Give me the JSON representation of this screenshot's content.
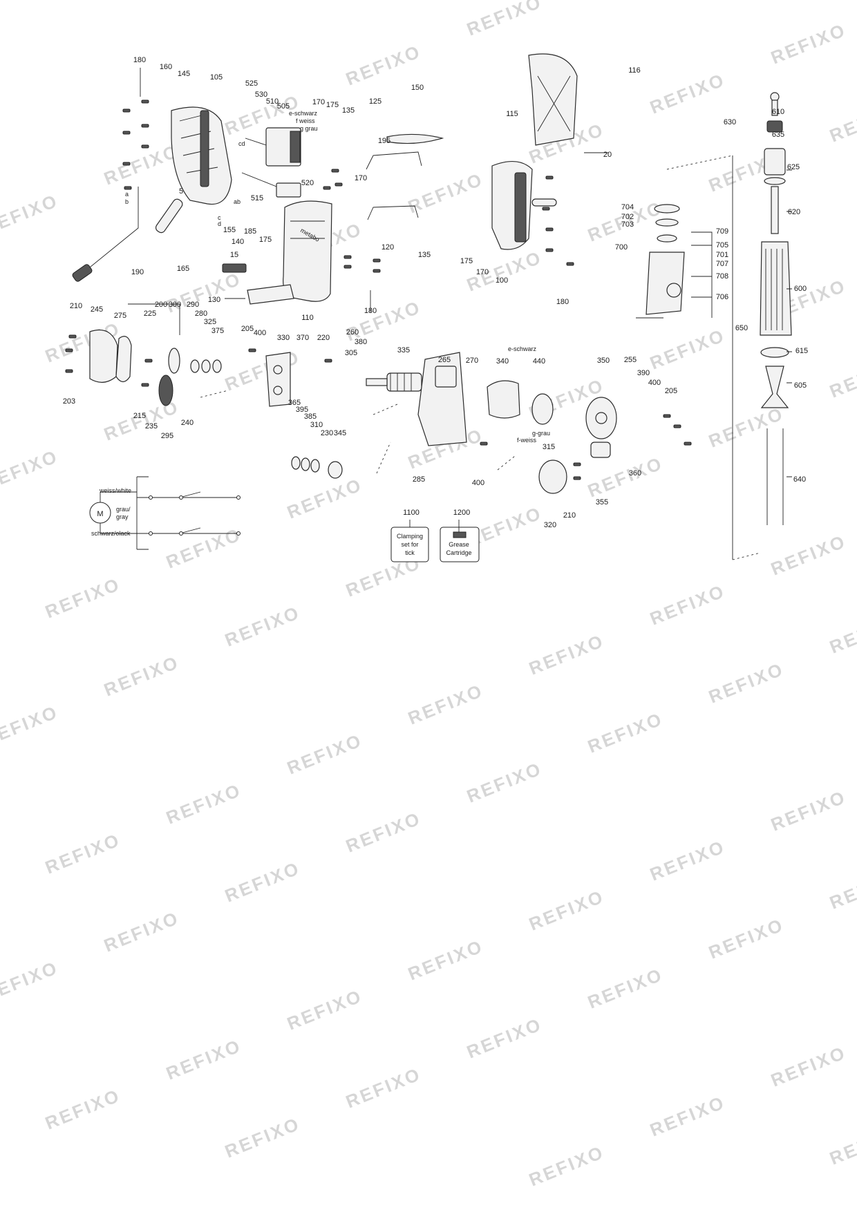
{
  "watermark": {
    "text": "REFIXO",
    "color": "#d6d6d6"
  },
  "labels": {
    "p180a": "180",
    "p160": "160",
    "p145": "145",
    "p105": "105",
    "p525": "525",
    "p530": "530",
    "p510": "510",
    "p505": "505",
    "p170a": "170",
    "p175a": "175",
    "p135a": "135",
    "p125": "125",
    "p150": "150",
    "p116": "116",
    "p115": "115",
    "p20": "20",
    "p630": "630",
    "p610": "610",
    "p635": "635",
    "p625": "625",
    "p620": "620",
    "p195": "195",
    "p170b": "170",
    "p520": "520",
    "p515": "515",
    "p5": "5",
    "p155": "155",
    "p185": "185",
    "p175b": "175",
    "p140": "140",
    "p15": "15",
    "p190": "190",
    "p165": "165",
    "p120": "120",
    "p135b": "135",
    "p175c": "175",
    "p170c": "170",
    "p100": "100",
    "p704": "704",
    "p702": "702",
    "p703": "703",
    "p709": "709",
    "p700": "700",
    "p705": "705",
    "p701": "701",
    "p707": "707",
    "p708": "708",
    "p706": "706",
    "p600": "600",
    "p650": "650",
    "p615": "615",
    "p605": "605",
    "p640": "640",
    "p130": "130",
    "p110": "110",
    "p180b": "180",
    "p180c": "180",
    "p210a": "210",
    "p245": "245",
    "p275": "275",
    "p225": "225",
    "p200": "200",
    "p300": "300",
    "p290": "290",
    "p280": "280",
    "p325": "325",
    "p375": "375",
    "p205a": "205",
    "p400a": "400",
    "p330": "330",
    "p370": "370",
    "p220": "220",
    "p260": "260",
    "p380": "380",
    "p305": "305",
    "p335": "335",
    "p265": "265",
    "p270": "270",
    "p340": "340",
    "p440": "440",
    "p350": "350",
    "p255": "255",
    "p390": "390",
    "p400b": "400",
    "p205b": "205",
    "p203": "203",
    "p215": "215",
    "p235": "235",
    "p240": "240",
    "p295": "295",
    "p365": "365",
    "p395": "395",
    "p385": "385",
    "p310": "310",
    "p230": "230",
    "p345": "345",
    "p285": "285",
    "p400c": "400",
    "p315": "315",
    "p360": "360",
    "p355": "355",
    "p210b": "210",
    "p320": "320",
    "p1100": "1100",
    "p1200": "1200"
  },
  "wire_labels": {
    "e_schwarz_a": "e-schwarz",
    "f_weiss": "f weiss",
    "g_grau": "g grau",
    "e_schwarz_b": "e-schwarz",
    "g_grau_b": "g-grau",
    "f_weiss_b": "f-weiss",
    "c": "c",
    "d": "d",
    "cd": "cd",
    "ab": "ab",
    "a": "a",
    "b": "b"
  },
  "wiring": {
    "motor": "M",
    "weiss_white": "weiss/white",
    "grau_gray_1": "grau/",
    "grau_gray_2": "gray",
    "schwarz_black": "schwarz/olack"
  },
  "accessories": {
    "clamping": {
      "line1": "Clamping",
      "line2": "set for",
      "line3": "tick"
    },
    "grease": {
      "line1": "Grease",
      "line2": "Cartridge"
    }
  },
  "nameplate": "metabo"
}
